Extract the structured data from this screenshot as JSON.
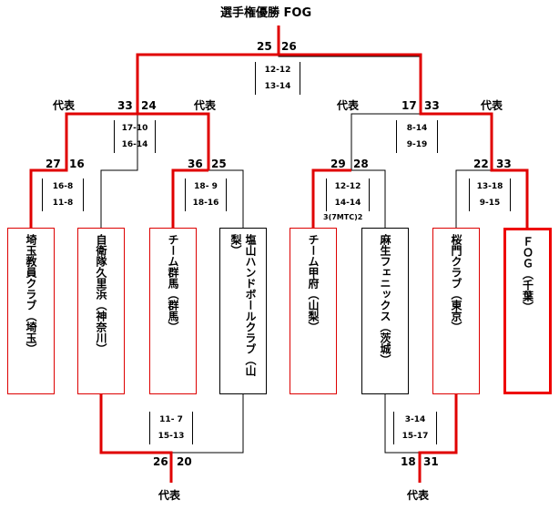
{
  "title": "選手権優勝 FOG",
  "final": {
    "score_left": "25",
    "score_right": "26",
    "sets": [
      "12-12",
      "13-14"
    ]
  },
  "semis": {
    "left": {
      "label_left": "代表",
      "score_left": "33",
      "score_right": "24",
      "label_right": "代表",
      "sets": [
        "17-10",
        "16-14"
      ]
    },
    "right": {
      "label_left": "代表",
      "score_left": "17",
      "score_right": "33",
      "label_right": "代表",
      "sets": [
        "8-14",
        "9-19"
      ]
    }
  },
  "quarters": [
    {
      "score_left": "27",
      "score_right": "16",
      "sets": [
        "16-8",
        "11-8"
      ]
    },
    {
      "score_left": "36",
      "score_right": "25",
      "sets": [
        "18- 9",
        "18-16"
      ]
    },
    {
      "score_left": "29",
      "score_right": "28",
      "sets": [
        "12-12",
        "14-14"
      ],
      "note": "3(7MTC)2"
    },
    {
      "score_left": "22",
      "score_right": "33",
      "sets": [
        "13-18",
        "9-15"
      ]
    }
  ],
  "teams": [
    "埼玉教員クラブ（埼玉）",
    "自衛隊久里浜（神奈川）",
    "チーム群馬（群馬）",
    "塩山ハンドボールクラブ（山梨）",
    "チーム甲府（山梨）",
    "麻生フェニックス（茨城）",
    "桜門クラブ（東京）",
    "ＦＯＧ（千葉）"
  ],
  "playoffs": [
    {
      "score_left": "26",
      "score_right": "20",
      "label": "代表",
      "sets": [
        "11- 7",
        "15-13"
      ]
    },
    {
      "score_left": "18",
      "score_right": "31",
      "label": "代表",
      "sets": [
        "3-14",
        "15-17"
      ]
    }
  ],
  "colors": {
    "winner": "#e00000",
    "line": "#000000"
  }
}
